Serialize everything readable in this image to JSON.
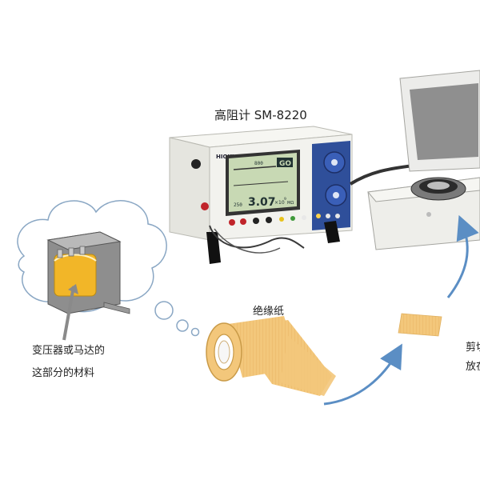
{
  "labels": {
    "meter_title": "高阻计 SM-8220",
    "paper": "绝缘纸",
    "transformer_line1": "变压器或马达的",
    "transformer_line2": "这部分的材料",
    "cut_line1": "剪切",
    "cut_line2": "放在"
  },
  "device": {
    "brand": "HIOKI",
    "display_top": "800",
    "display_go": "GO",
    "display_bottom_left": "250",
    "display_value": "3.07",
    "display_exp": "×10",
    "display_power": "9",
    "display_unit": "MΩ"
  },
  "colors": {
    "paper": "#f3c77b",
    "paper_dark": "#d9a54a",
    "arrow": "#5b8ec4",
    "lcd": "#c8d9b4",
    "knob": "#3a5fb8",
    "device_body": "#f2f2ee"
  }
}
